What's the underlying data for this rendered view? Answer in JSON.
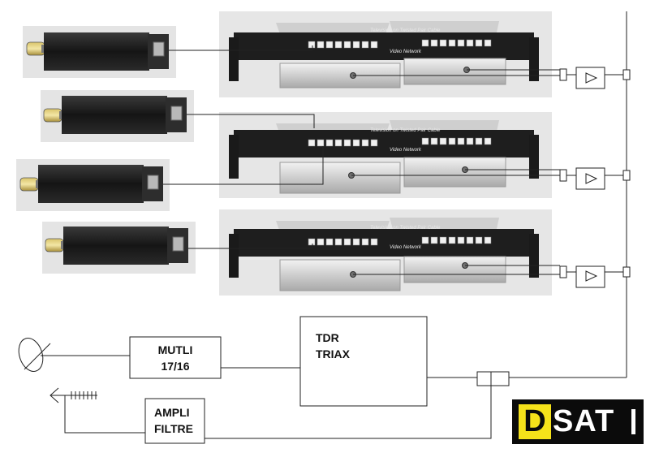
{
  "modules": {
    "multiswitch": {
      "line1": "MUTLI",
      "line2": "17/16"
    },
    "headend": {
      "line1": "TDR",
      "line2": "TRIAX"
    },
    "amplifier": {
      "line1": "AMPLI",
      "line2": "FILTRE"
    }
  },
  "rack_caption": "Television on Twisted Pair Cable",
  "rack_caption_2": "Video Network",
  "logo": {
    "letter": "D",
    "rest": "SAT"
  },
  "colors": {
    "logo_bg": "#0b0b0b",
    "logo_yellow": "#f5e21a",
    "panel": "#1e1e1e",
    "photo_bg": "#e6e6e6"
  }
}
